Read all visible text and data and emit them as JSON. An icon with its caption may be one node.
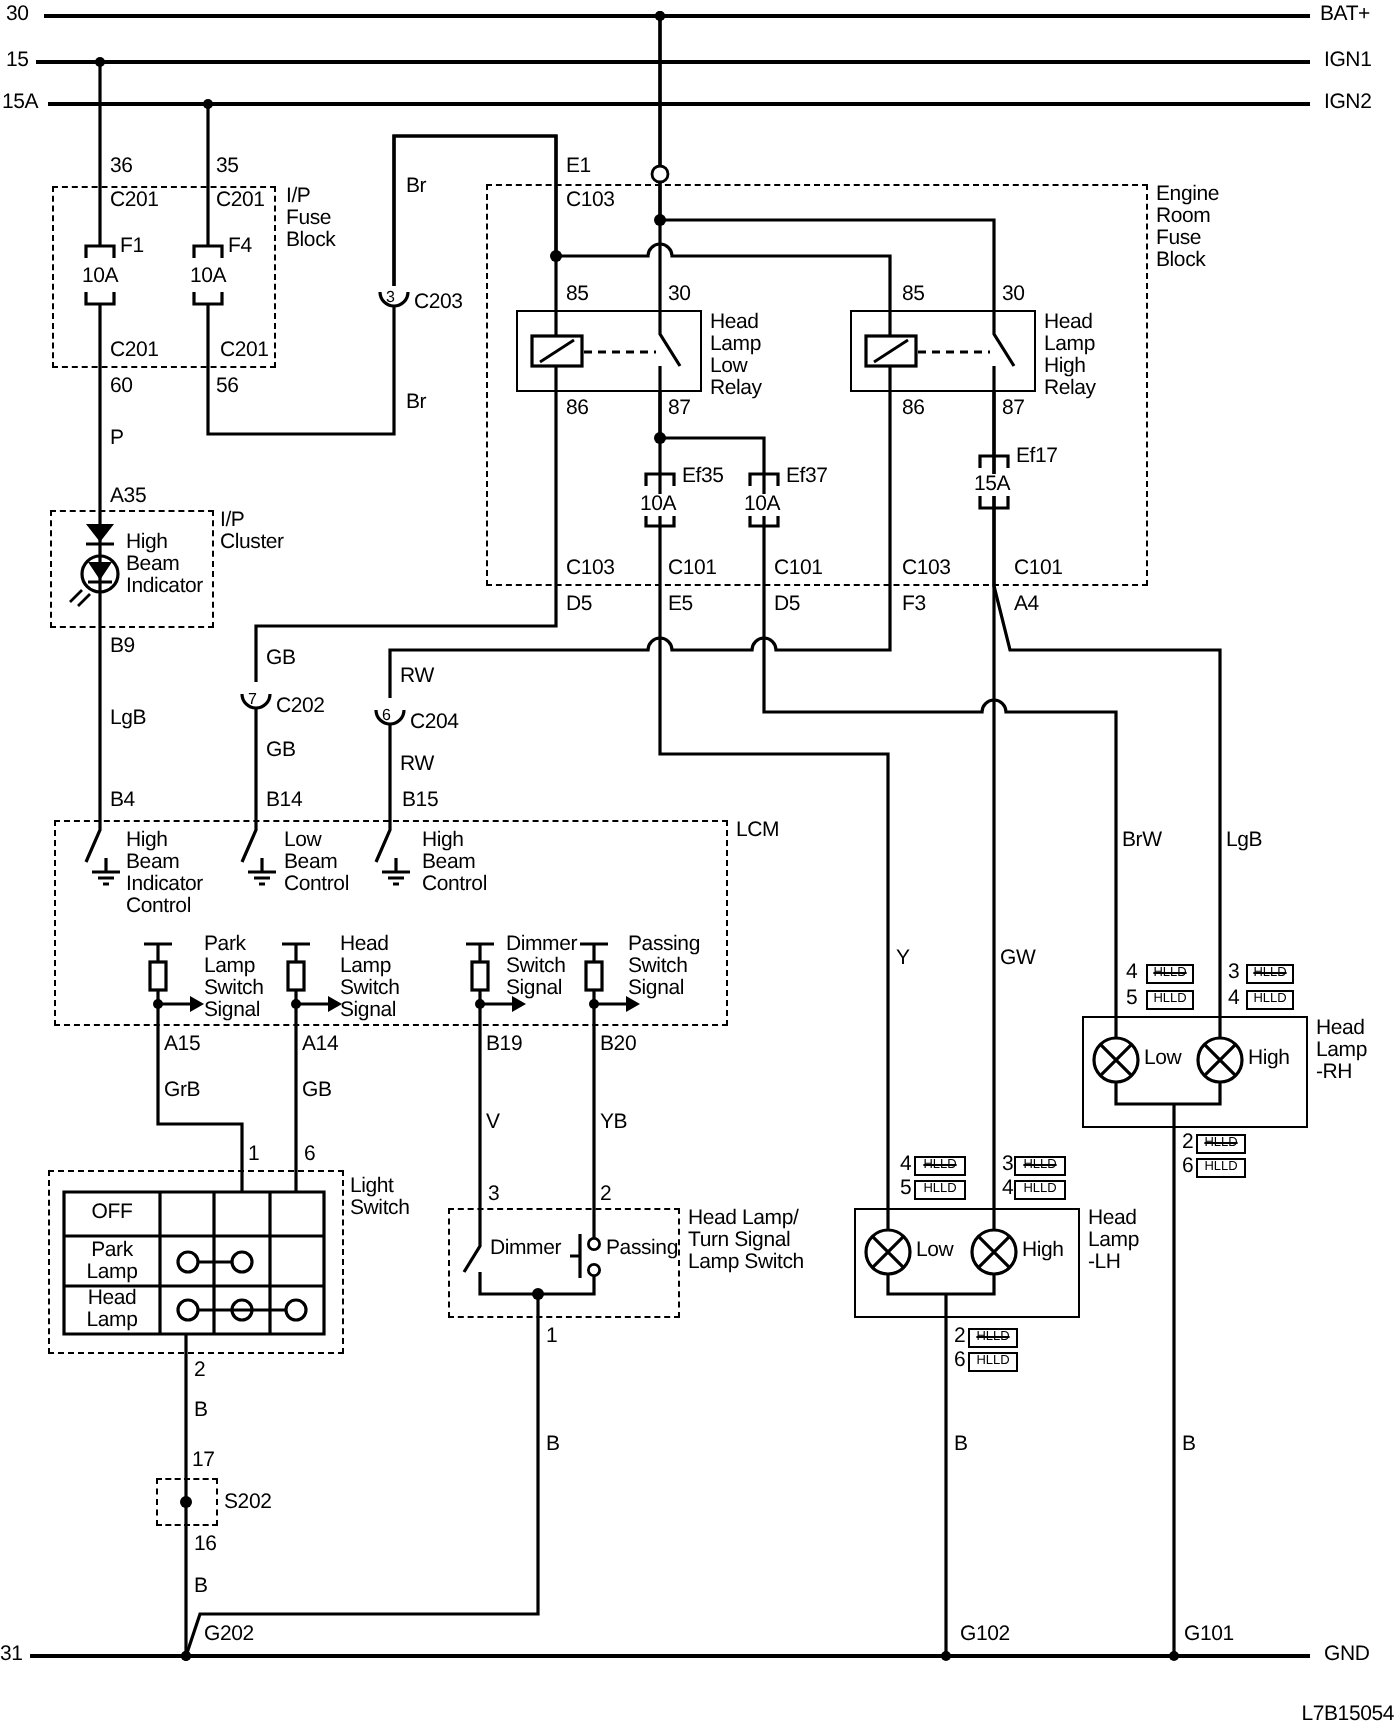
{
  "diagram": {
    "nodes": [
      {
        "text": [
          "30",
          "BAT+"
        ]
      },
      {
        "text": [
          "15",
          "IGN1"
        ]
      },
      {
        "text": [
          "15A",
          "IGN2"
        ]
      },
      {
        "text": [
          "I/P Fuse Block"
        ]
      },
      {
        "text": [
          "Engine Room Fuse Block"
        ]
      },
      {
        "text": [
          "Head Lamp Low Relay"
        ],
        "in": 4
      },
      {
        "text": [
          "Head Lamp High Relay"
        ],
        "in": 4
      },
      {
        "text": [
          "3",
          "C203"
        ]
      },
      {
        "text": [
          "I/P Cluster",
          "High Beam Indicator"
        ]
      },
      {
        "text": [
          "7",
          "C202"
        ]
      },
      {
        "text": [
          "6",
          "C204"
        ]
      },
      {
        "text": [
          "LCM",
          "High Beam Indicator Control",
          "Low Beam Control",
          "High Beam Control",
          "Park Lamp Switch Signal",
          "Head Lamp Switch Signal",
          "Dimmer Switch Signal",
          "Passing Switch Signal"
        ]
      },
      {
        "text": [
          "HLLD"
        ],
        "beside": [
          "4"
        ]
      },
      {
        "text": [
          "HLLD"
        ],
        "beside": [
          "5"
        ]
      },
      {
        "text": [
          "HLLD"
        ],
        "beside": [
          "3"
        ]
      },
      {
        "text": [
          "HLLD"
        ],
        "beside": [
          "4"
        ]
      },
      {
        "text": [
          "Low",
          "High",
          "Head Lamp -RH"
        ]
      },
      {
        "text": [
          "HLLD"
        ],
        "beside": [
          "2"
        ]
      },
      {
        "text": [
          "HLLD"
        ],
        "beside": [
          "6"
        ]
      },
      {
        "text": [
          "HLLD"
        ],
        "beside": [
          "4"
        ]
      },
      {
        "text": [
          "HLLD"
        ],
        "beside": [
          "5"
        ]
      },
      {
        "text": [
          "HLLD"
        ],
        "beside": [
          "3"
        ]
      },
      {
        "text": [
          "HLLD"
        ],
        "beside": [
          "4"
        ]
      },
      {
        "text": [
          "Light Switch",
          "OFF",
          "Park Lamp",
          "Head Lamp"
        ]
      },
      {
        "text": [
          "Dimmer",
          "Passing",
          "Head Lamp/ Turn Signal Lamp Switch"
        ]
      },
      {
        "text": [
          "Low",
          "High",
          "Head Lamp -LH"
        ]
      },
      {
        "text": [
          "HLLD"
        ],
        "beside": [
          "2"
        ]
      },
      {
        "text": [
          "HLLD"
        ],
        "beside": [
          "6"
        ]
      },
      {
        "text": [
          "S202"
        ]
      },
      {
        "text": [
          "31",
          "GND"
        ]
      }
    ],
    "edges": [
      {
        "from": 1,
        "to": 3,
        "arrow": "other"
      },
      {
        "from": 2,
        "to": 3,
        "arrow": "other"
      },
      {
        "from": 3,
        "to": 8,
        "arrow": "none",
        "label": "P"
      },
      {
        "from": 3,
        "to": 7,
        "arrow": "none",
        "label": "Br"
      },
      {
        "from": 7,
        "to": 5,
        "arrow": "none",
        "label": "Br"
      },
      {
        "from": 7,
        "to": 6,
        "arrow": "none"
      },
      {
        "from": 0,
        "to": 5,
        "arrow": "other"
      },
      {
        "from": 0,
        "to": 6,
        "arrow": "other"
      },
      {
        "from": 5,
        "to": 9,
        "arrow": "none",
        "label": "GB"
      },
      {
        "from": 9,
        "to": 11,
        "arrow": "none",
        "label": "GB"
      },
      {
        "from": 6,
        "to": 10,
        "arrow": "none",
        "label": "RW"
      },
      {
        "from": 10,
        "to": 11,
        "arrow": "none",
        "label": "RW"
      },
      {
        "from": 8,
        "to": 11,
        "arrow": "none",
        "label": "LgB"
      },
      {
        "from": 5,
        "to": 25,
        "arrow": "none",
        "label": "Y"
      },
      {
        "from": 5,
        "to": 16,
        "arrow": "none",
        "label": "BrW"
      },
      {
        "from": 6,
        "to": 25,
        "arrow": "none",
        "label": "GW"
      },
      {
        "from": 6,
        "to": 16,
        "arrow": "none",
        "label": "LgB"
      },
      {
        "from": 11,
        "to": 23,
        "arrow": "none",
        "label": "GrB"
      },
      {
        "from": 11,
        "to": 23,
        "arrow": "none",
        "label": "GB"
      },
      {
        "from": 11,
        "to": 24,
        "arrow": "none",
        "label": "V"
      },
      {
        "from": 11,
        "to": 24,
        "arrow": "none",
        "label": "YB"
      },
      {
        "from": 23,
        "to": 28,
        "arrow": "none",
        "label": "B"
      },
      {
        "from": 28,
        "to": 29,
        "arrow": "other",
        "label": "B"
      },
      {
        "from": 24,
        "to": 29,
        "arrow": "other",
        "label": "B"
      },
      {
        "from": 25,
        "to": 29,
        "arrow": "other",
        "label": "B"
      },
      {
        "from": 16,
        "to": 29,
        "arrow": "other",
        "label": "B"
      }
    ],
    "labels": [
      "36",
      "35",
      "E1",
      "C201",
      "C201",
      "C103",
      "F1",
      "F4",
      "10A",
      "10A",
      "85",
      "30",
      "85",
      "30",
      "C201",
      "C201",
      "60",
      "56",
      "86",
      "87",
      "86",
      "87",
      "Ef17",
      "Ef35",
      "Ef37",
      "15A",
      "10A",
      "10A",
      "A35",
      "C103",
      "C101",
      "C101",
      "C103",
      "C101",
      "D5",
      "E5",
      "D5",
      "F3",
      "A4",
      "B9",
      "B4",
      "B14",
      "B15",
      "A15",
      "A14",
      "B19",
      "B20",
      "1",
      "6",
      "3",
      "2",
      "1",
      "2",
      "17",
      "16",
      "G202",
      "G102",
      "G101",
      "L7B15054"
    ]
  }
}
